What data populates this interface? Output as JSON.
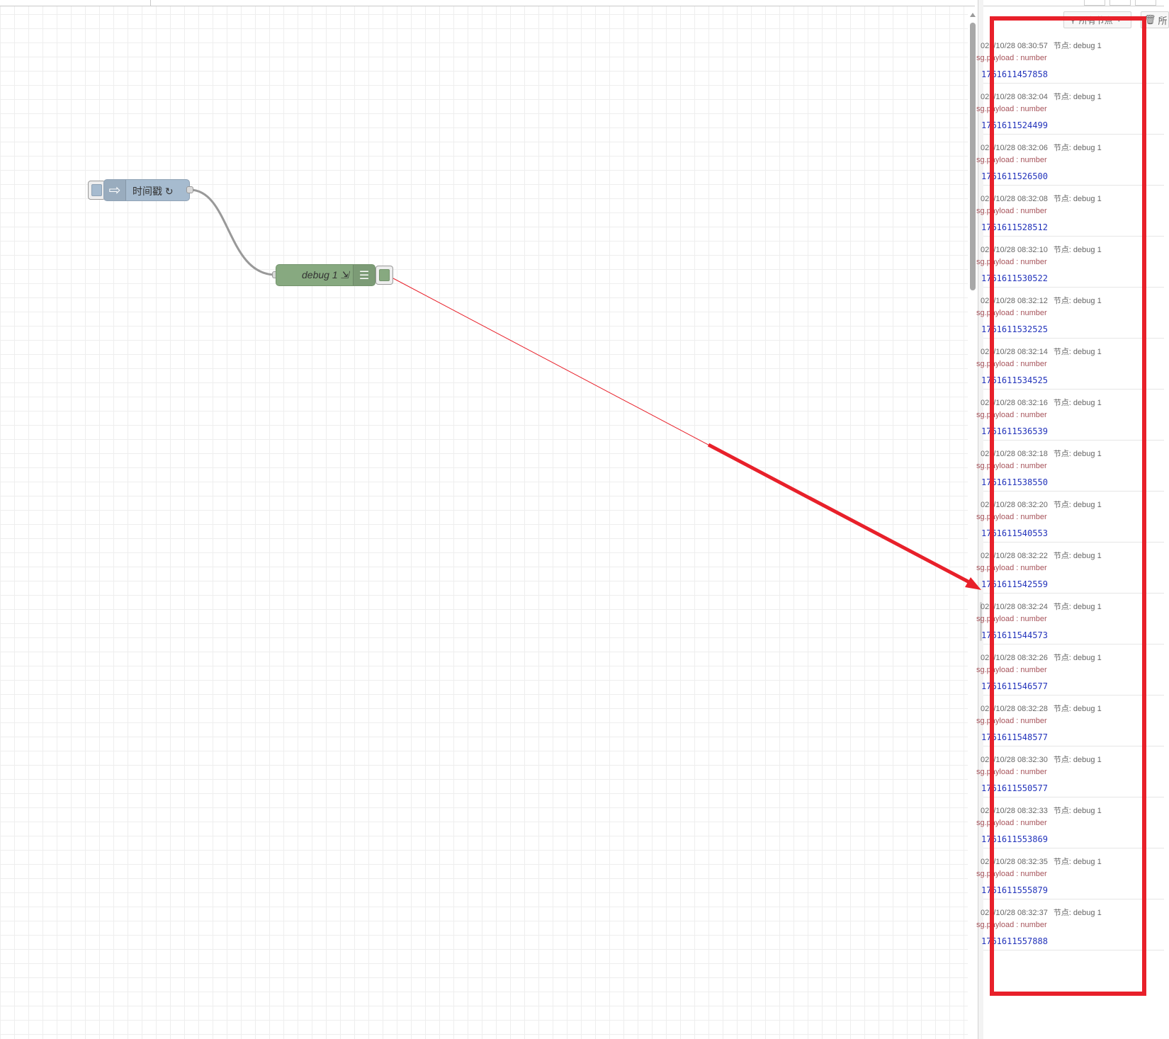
{
  "workspace": {
    "nodes": {
      "inject": {
        "label": "时间戳 ↻",
        "icon": "arrow-in-icon",
        "color": "#a6bbcf"
      },
      "debug": {
        "label": "debug 1 ⇲",
        "icon": "list-icon",
        "color": "#87a980"
      }
    }
  },
  "sidebar": {
    "filter_label": "所有节点",
    "clear_label": "所",
    "messages": [
      {
        "meta": "025/10/28 08:30:57",
        "node": "节点: debug 1",
        "path": "sg.payload : number",
        "value": "1761611457858"
      },
      {
        "meta": "025/10/28 08:32:04",
        "node": "节点: debug 1",
        "path": "sg.payload : number",
        "value": "1761611524499"
      },
      {
        "meta": "025/10/28 08:32:06",
        "node": "节点: debug 1",
        "path": "sg.payload : number",
        "value": "1761611526500"
      },
      {
        "meta": "025/10/28 08:32:08",
        "node": "节点: debug 1",
        "path": "sg.payload : number",
        "value": "1761611528512"
      },
      {
        "meta": "025/10/28 08:32:10",
        "node": "节点: debug 1",
        "path": "sg.payload : number",
        "value": "1761611530522"
      },
      {
        "meta": "025/10/28 08:32:12",
        "node": "节点: debug 1",
        "path": "sg.payload : number",
        "value": "1761611532525"
      },
      {
        "meta": "025/10/28 08:32:14",
        "node": "节点: debug 1",
        "path": "sg.payload : number",
        "value": "1761611534525"
      },
      {
        "meta": "025/10/28 08:32:16",
        "node": "节点: debug 1",
        "path": "sg.payload : number",
        "value": "1761611536539"
      },
      {
        "meta": "025/10/28 08:32:18",
        "node": "节点: debug 1",
        "path": "sg.payload : number",
        "value": "1761611538550"
      },
      {
        "meta": "025/10/28 08:32:20",
        "node": "节点: debug 1",
        "path": "sg.payload : number",
        "value": "1761611540553"
      },
      {
        "meta": "025/10/28 08:32:22",
        "node": "节点: debug 1",
        "path": "sg.payload : number",
        "value": "1761611542559"
      },
      {
        "meta": "025/10/28 08:32:24",
        "node": "节点: debug 1",
        "path": "sg.payload : number",
        "value": "1761611544573"
      },
      {
        "meta": "025/10/28 08:32:26",
        "node": "节点: debug 1",
        "path": "sg.payload : number",
        "value": "1761611546577"
      },
      {
        "meta": "025/10/28 08:32:28",
        "node": "节点: debug 1",
        "path": "sg.payload : number",
        "value": "1761611548577"
      },
      {
        "meta": "025/10/28 08:32:30",
        "node": "节点: debug 1",
        "path": "sg.payload : number",
        "value": "1761611550577"
      },
      {
        "meta": "025/10/28 08:32:33",
        "node": "节点: debug 1",
        "path": "sg.payload : number",
        "value": "1761611553869"
      },
      {
        "meta": "025/10/28 08:32:35",
        "node": "节点: debug 1",
        "path": "sg.payload : number",
        "value": "1761611555879"
      },
      {
        "meta": "025/10/28 08:32:37",
        "node": "节点: debug 1",
        "path": "sg.payload : number",
        "value": "1761611557888"
      }
    ]
  },
  "annotation": {
    "color": "#e8202a"
  }
}
